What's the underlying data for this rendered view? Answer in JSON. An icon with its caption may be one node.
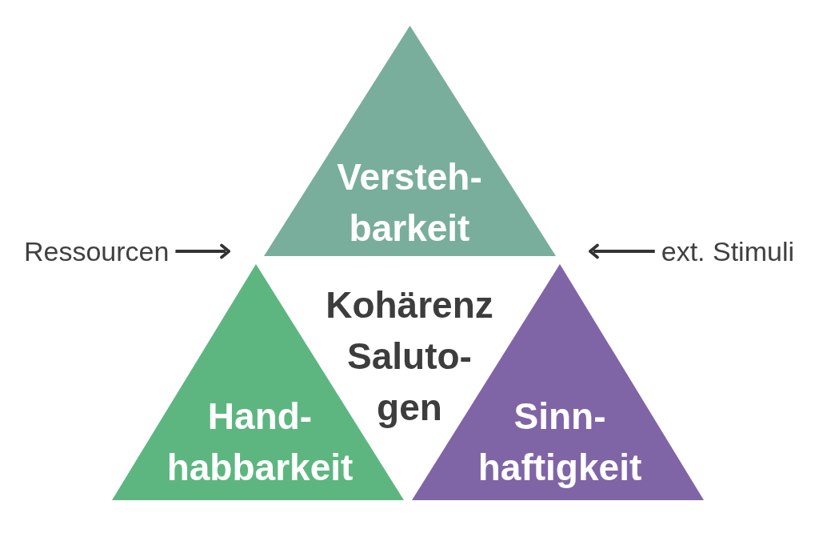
{
  "diagram": {
    "nodes": [
      {
        "text": [
          "Versteh- barkeit"
        ]
      },
      {
        "text": [
          "Ressourcen"
        ]
      },
      {
        "text": [
          "ext. Stimuli"
        ]
      },
      {
        "text": [
          "Hand- habbarkeit"
        ]
      },
      {
        "text": [
          "Sinn- haftigkeit"
        ]
      }
    ],
    "edges": [
      {
        "from": 1,
        "to": null,
        "arrow": "to"
      },
      {
        "from": 2,
        "to": null,
        "arrow": "to"
      }
    ],
    "labels": [
      "Kohärenz Saluto- gen"
    ]
  }
}
